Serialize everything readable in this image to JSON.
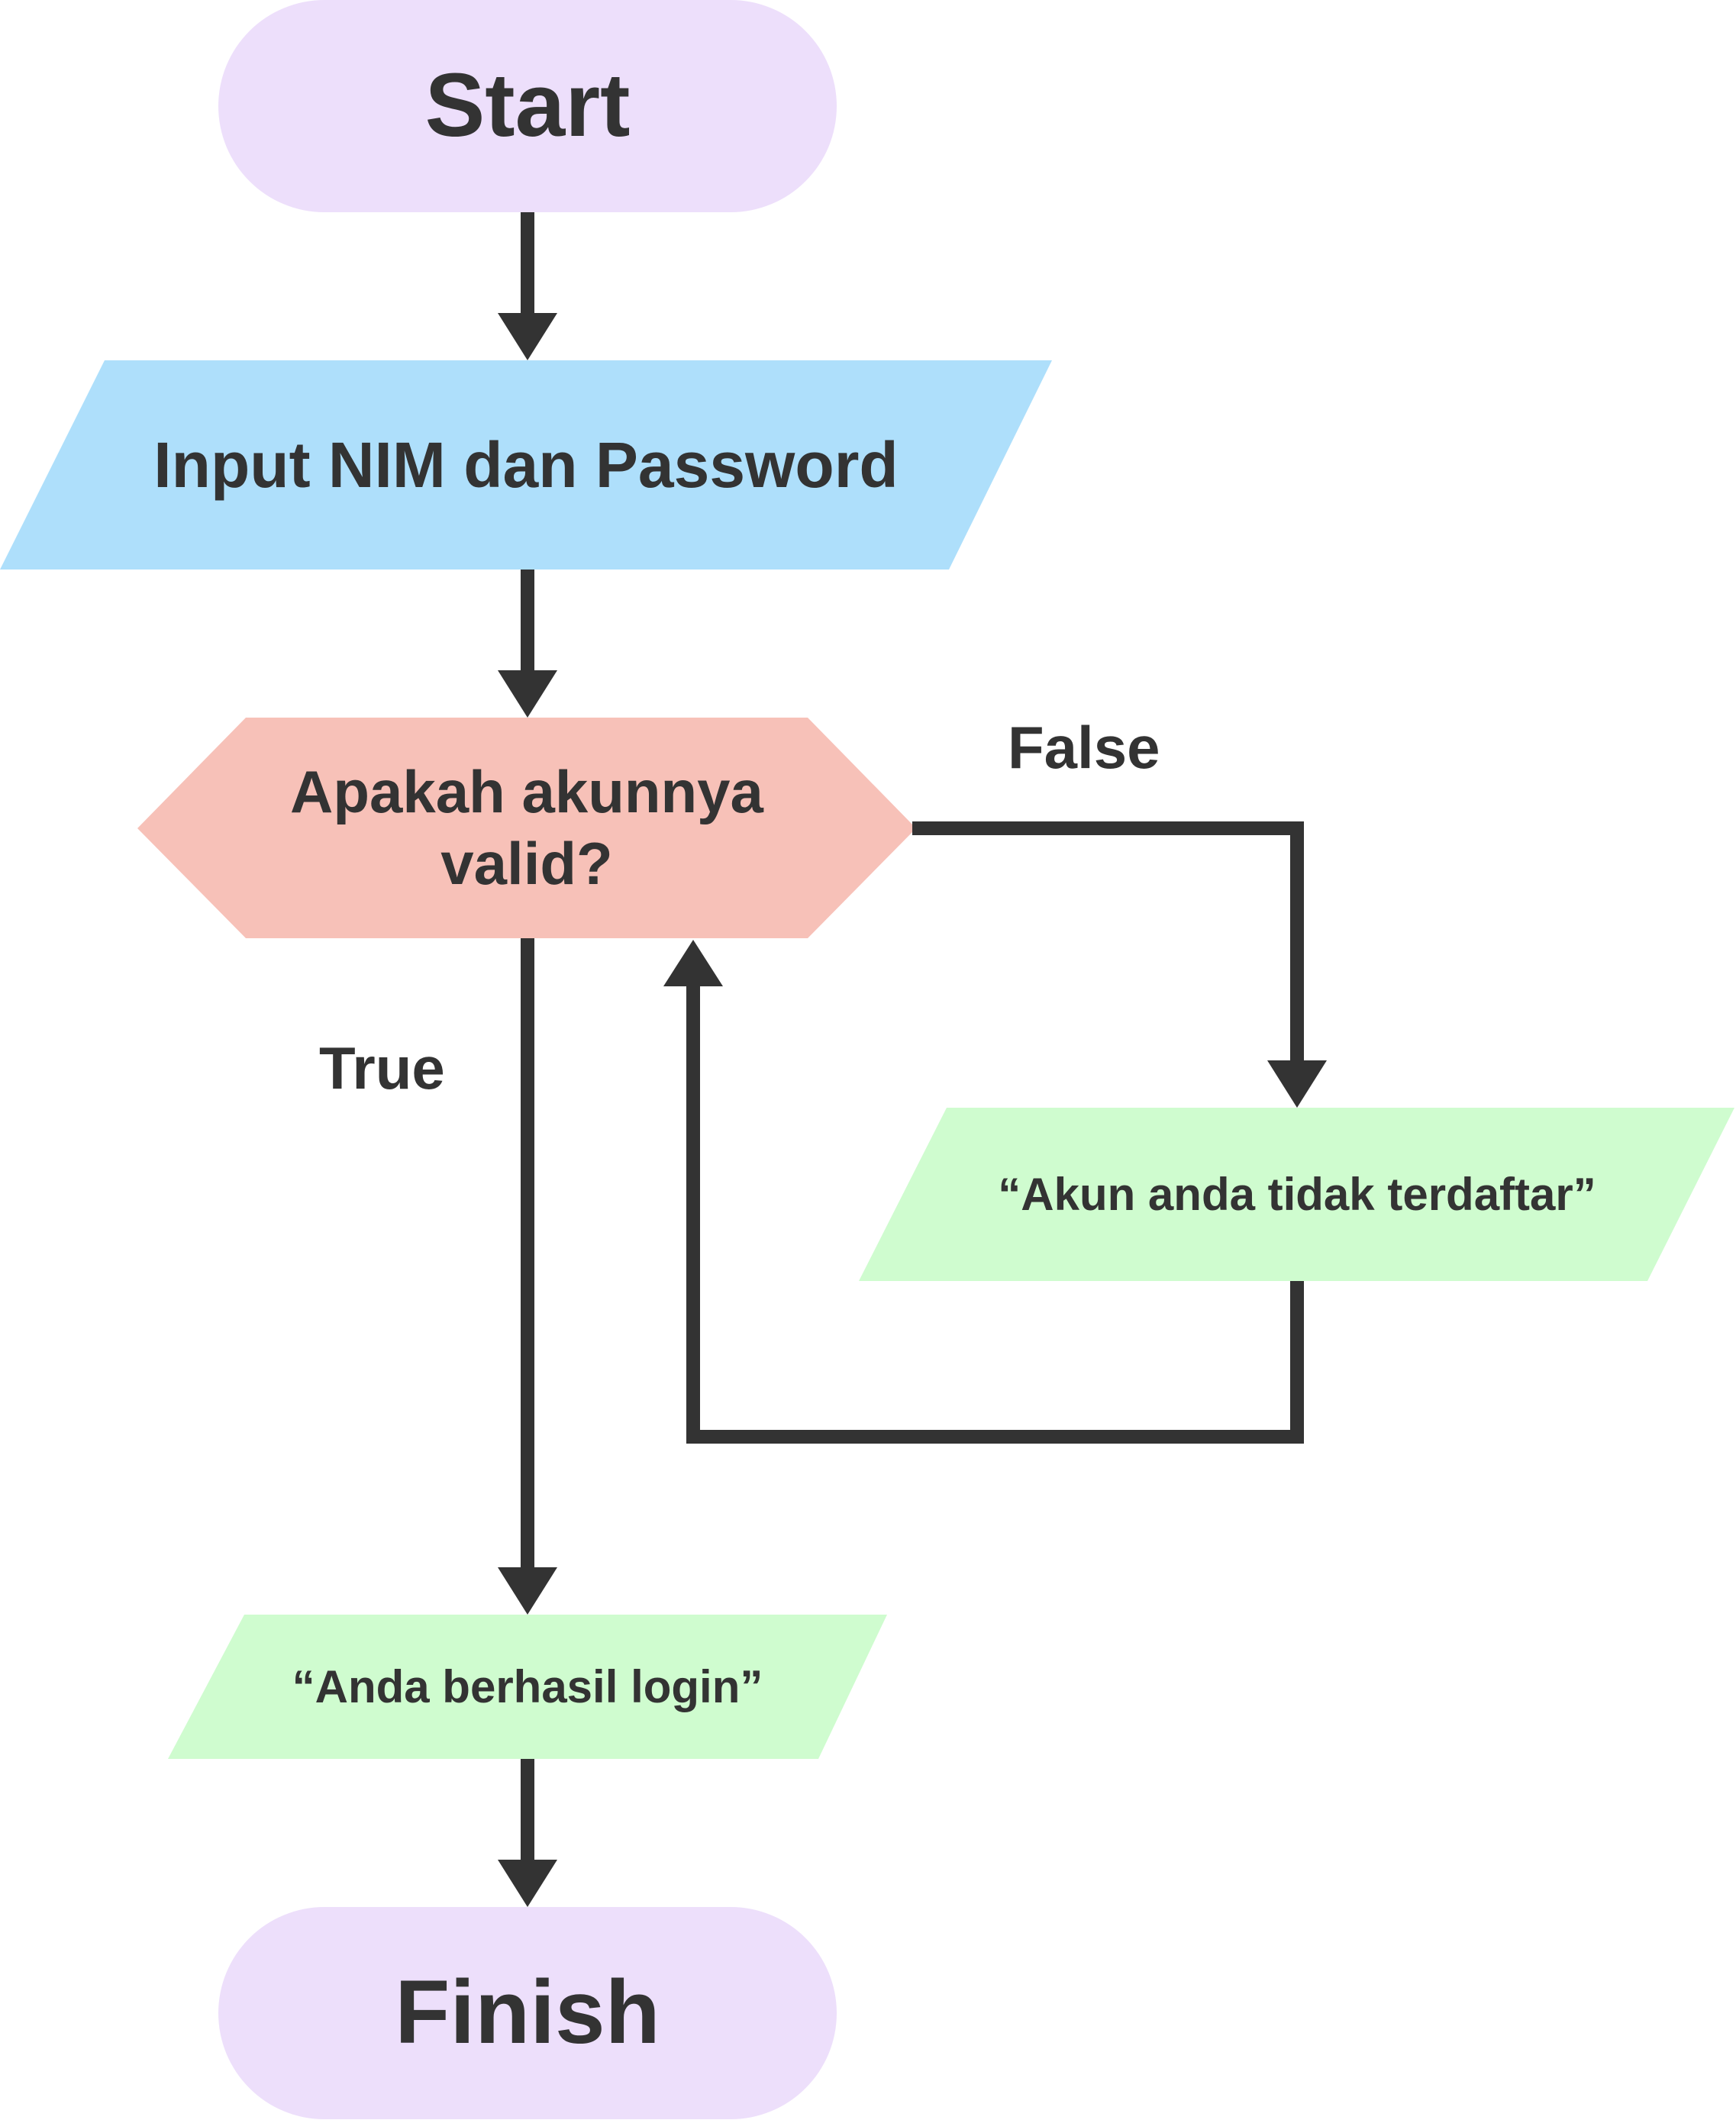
{
  "nodes": {
    "start": {
      "text": "Start",
      "color": "#EDDFFB"
    },
    "input": {
      "text": "Input NIM dan Password",
      "color": "#AEDFFB"
    },
    "decision": {
      "line1": "Apakah akunnya",
      "line2": "valid?",
      "color": "#F7C1B8"
    },
    "output_false": {
      "text": "“Akun anda tidak terdaftar”",
      "color": "#CFFCCF"
    },
    "output_true": {
      "text": "“Anda berhasil login”",
      "color": "#CFFCCF"
    },
    "finish": {
      "text": "Finish",
      "color": "#EDDFFB"
    }
  },
  "branches": {
    "false_label": "False",
    "true_label": "True"
  },
  "colors": {
    "connector": "#333333",
    "text": "#333333"
  }
}
